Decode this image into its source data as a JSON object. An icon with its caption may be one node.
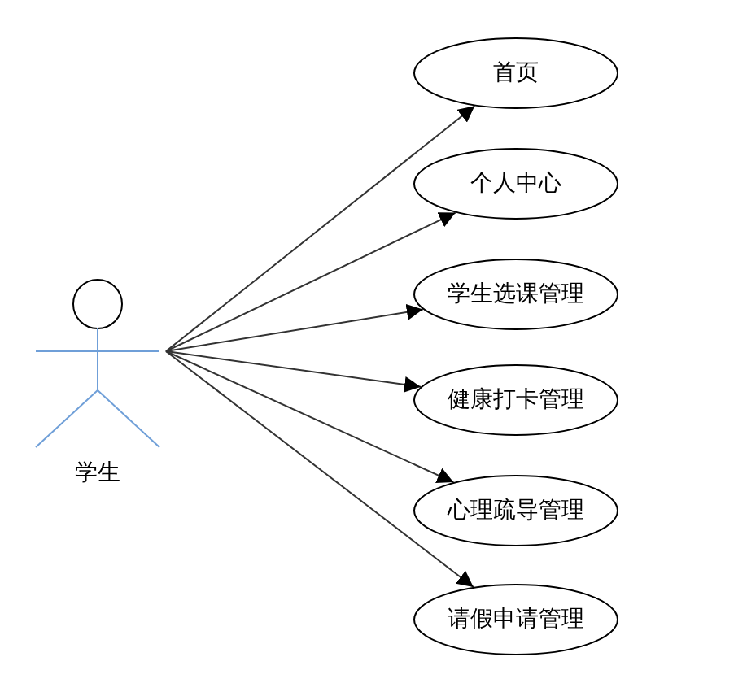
{
  "diagram": {
    "nodes": [
      {
        "text": [
          "学生"
        ]
      },
      {
        "text": [
          "首页"
        ]
      },
      {
        "text": [
          "个人中心"
        ]
      },
      {
        "text": [
          "学生选课管理"
        ]
      },
      {
        "text": [
          "健康打卡管理"
        ]
      },
      {
        "text": [
          "心理疏导管理"
        ]
      },
      {
        "text": [
          "请假申请管理"
        ]
      }
    ],
    "edges": [
      {
        "from": 0,
        "to": 1,
        "arrow": "to"
      },
      {
        "from": 0,
        "to": 2,
        "arrow": "to"
      },
      {
        "from": 0,
        "to": 3,
        "arrow": "to"
      },
      {
        "from": 0,
        "to": 4,
        "arrow": "to"
      },
      {
        "from": 0,
        "to": 5,
        "arrow": "to"
      },
      {
        "from": 0,
        "to": 6,
        "arrow": "to"
      }
    ]
  }
}
